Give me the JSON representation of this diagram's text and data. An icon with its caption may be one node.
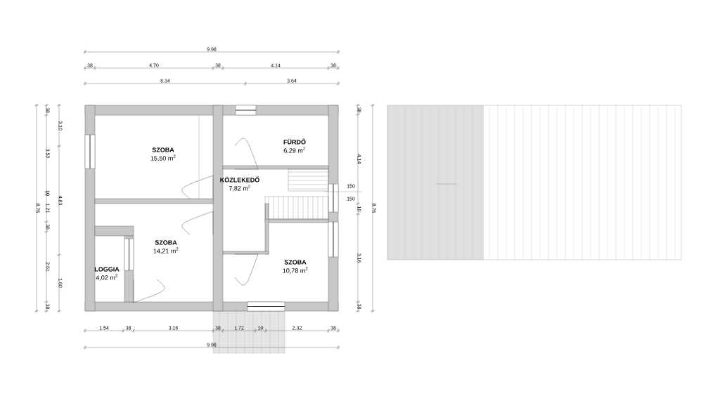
{
  "diagram": {
    "nodes": [
      {
        "text": [
          "SZOBA",
          "15,50 m$^{2}$"
        ]
      },
      {
        "text": [
          "FÜRDŐ",
          "6,29 m$^{2}$"
        ]
      },
      {
        "text": [
          "KÖZLEKEDŐ",
          "7,82 m$^{2}$"
        ]
      },
      {
        "text": [
          "SZOBA",
          "14,21 m$^{2}$"
        ]
      },
      {
        "text": [
          "LOGGIA",
          "4,02 m$^{2}$"
        ]
      },
      {
        "text": [
          "SZOBA",
          "10,78 m$^{2}$"
        ]
      }
    ],
    "labels": [
      "9.98",
      "38",
      "4.70",
      "38",
      "4.14",
      "38",
      "6.34",
      "3.64",
      "8.76",
      "38",
      "3.50",
      "10",
      "1.21",
      "38",
      "2.61",
      "38",
      "3.10",
      "4.83",
      "1.60",
      "1.54",
      "38",
      "3.16",
      "38",
      "1.72",
      "10",
      "2.32",
      "38",
      "9.98",
      "150",
      "150",
      "38",
      "4.14",
      "10",
      "3.16",
      "38",
      "8.76"
    ]
  }
}
